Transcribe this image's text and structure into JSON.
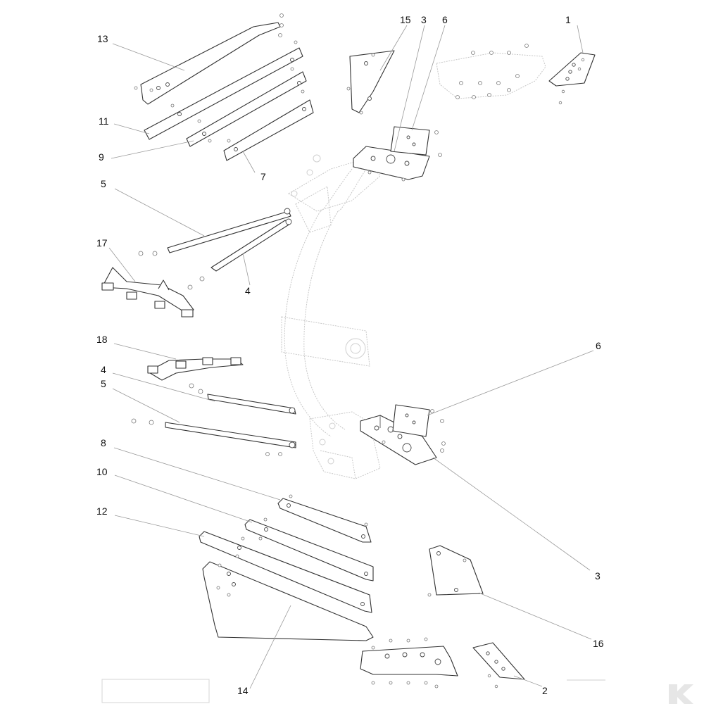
{
  "diagram": {
    "callouts": {
      "c1": "1",
      "c2": "2",
      "c3_top": "3",
      "c3_bottom": "3",
      "c4_top": "4",
      "c4_mid": "4",
      "c5_top": "5",
      "c5_mid": "5",
      "c6_top": "6",
      "c6_mid": "6",
      "c7": "7",
      "c8": "8",
      "c9": "9",
      "c10": "10",
      "c11": "11",
      "c12": "12",
      "c13": "13",
      "c14": "14",
      "c15": "15",
      "c16": "16",
      "c17": "17",
      "c18": "18"
    },
    "colors": {
      "line": "#333333",
      "ghost": "#c8c8c8",
      "leader": "#9a9a9a",
      "text": "#111111"
    },
    "logo_icon": "corner-logo-icon"
  }
}
